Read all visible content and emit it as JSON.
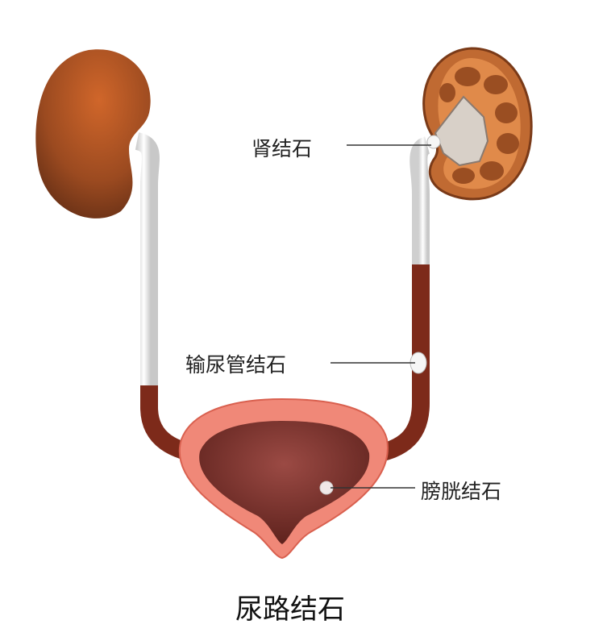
{
  "title": "尿路结石",
  "labels": {
    "kidney_stone": "肾结石",
    "ureter_stone": "输尿管结石",
    "bladder_stone": "膀胱结石"
  },
  "colors": {
    "kidney": "#9a4a1e",
    "kidney_cut": "#d97a3a",
    "ureter_white": "#f2f2f2",
    "ureter_brown": "#8a2e1c",
    "bladder_outer": "#f08a7a",
    "bladder_inner": "#6e2a22",
    "stone": "#f6f6f6"
  }
}
